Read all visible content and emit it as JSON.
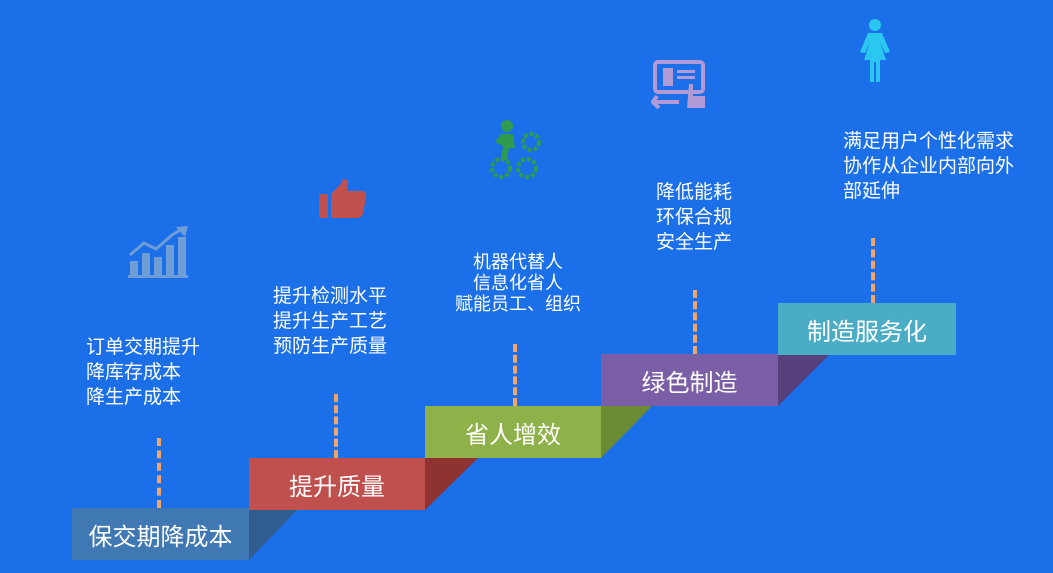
{
  "steps": [
    {
      "label": "保交期降成本",
      "color": "#3f78b3",
      "notes": [
        "订单交期提升",
        "降库存成本",
        "降生产成本"
      ],
      "icon": "growth-chart-icon"
    },
    {
      "label": "提升质量",
      "color": "#c0504d",
      "notes": [
        "提升检测水平",
        "提升生产工艺",
        "预防生产质量"
      ],
      "icon": "thumbs-up-icon"
    },
    {
      "label": "省人增效",
      "color": "#8fb14a",
      "notes": [
        "机器代替人",
        "信息化省人",
        "赋能员工、组织"
      ],
      "icon": "worker-gears-icon"
    },
    {
      "label": "绿色制造",
      "color": "#7b5fa6",
      "notes": [
        "降低能耗",
        "环保合规",
        "安全生产"
      ],
      "icon": "touch-screen-icon"
    },
    {
      "label": "制造服务化",
      "color": "#4bacc6",
      "notes": [
        "满足用户个性化需求",
        "协作从企业内部向外",
        "部延伸"
      ],
      "icon": "person-icon"
    }
  ],
  "colors": {
    "background": "#1b6fe8",
    "dash": "#f5a46a",
    "chart_icon": "#6f9ed6",
    "thumb_icon": "#c0504d",
    "worker_icon": "#2e9b4e",
    "screen_icon": "#b19ad6",
    "person_icon": "#2ac7f0"
  }
}
